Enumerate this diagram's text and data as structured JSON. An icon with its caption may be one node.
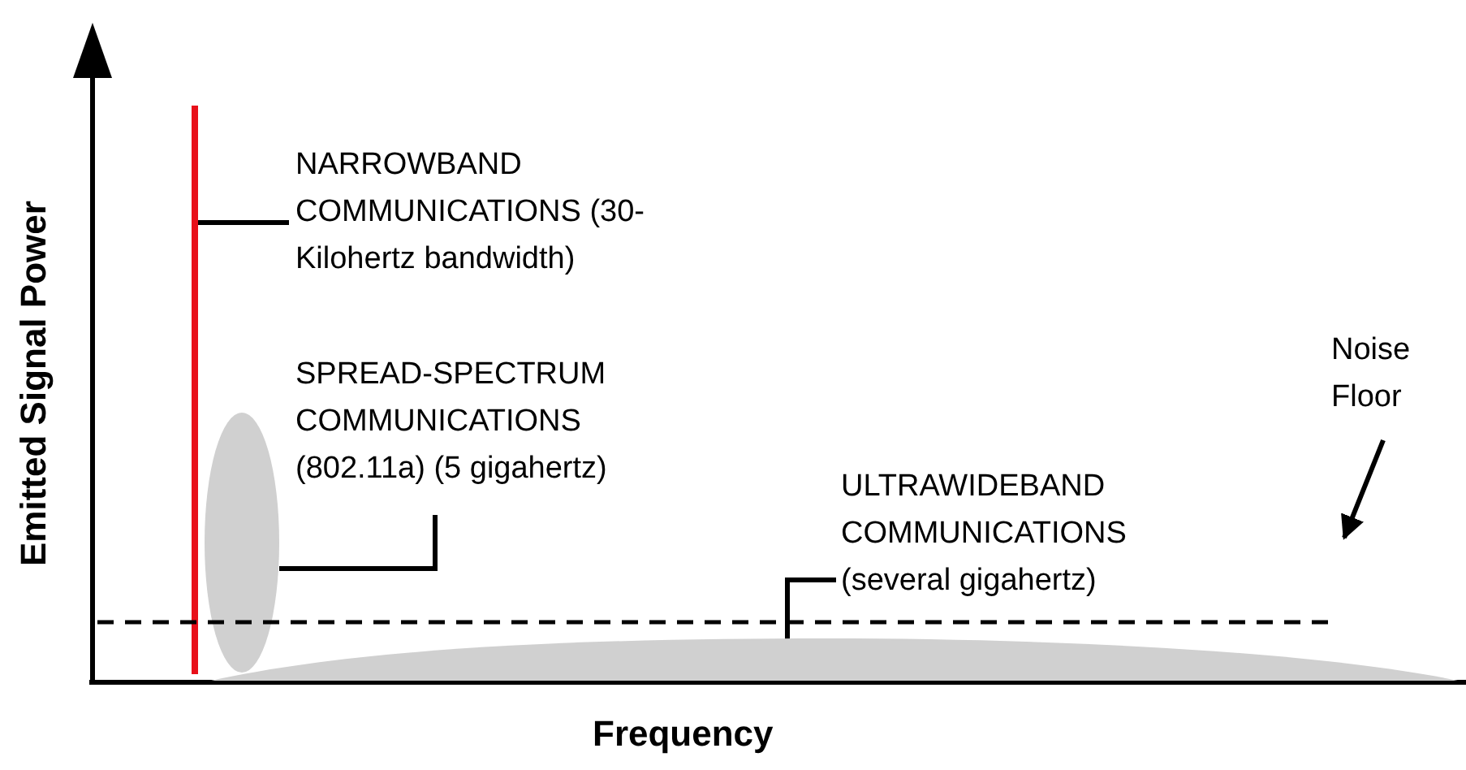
{
  "diagram": {
    "nodes": [
      {
        "text": [
          "NARROWBAND COMMUNICATIONS (30- Kilohertz bandwidth)"
        ]
      },
      {
        "text": [],
        "shape": "bar"
      },
      {
        "text": [
          "SPREAD-SPECTRUM COMMUNICATIONS (802.11a) (5 gigahertz)"
        ]
      },
      {
        "text": [],
        "shape": "ellipse"
      },
      {
        "text": [
          "ULTRAWIDEBAND COMMUNICATIONS (several gigahertz)"
        ]
      },
      {
        "text": [],
        "shape": "mound"
      },
      {
        "text": [
          "Noise Floor"
        ]
      },
      {
        "text": [],
        "shape": "line"
      }
    ],
    "edges": [
      {
        "from": 0,
        "to": 1,
        "arrow": "none"
      },
      {
        "from": 2,
        "to": 3,
        "arrow": "none"
      },
      {
        "from": 4,
        "to": 5,
        "arrow": "none"
      },
      {
        "from": 6,
        "to": 7,
        "arrow": "to"
      }
    ],
    "labels": [
      "Emitted Signal Power",
      "Frequency"
    ]
  }
}
